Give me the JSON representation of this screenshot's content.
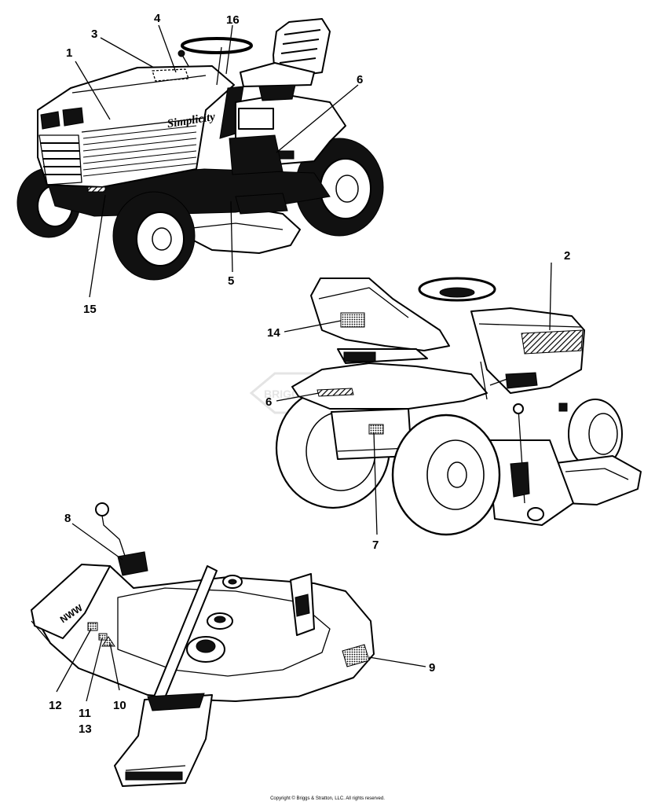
{
  "brand_text": "Simplicity",
  "watermark": "BRIGGS & STRATTON",
  "callouts": [
    {
      "id": "c1",
      "text": "1"
    },
    {
      "id": "c2",
      "text": "2"
    },
    {
      "id": "c3",
      "text": "3"
    },
    {
      "id": "c4",
      "text": "4"
    },
    {
      "id": "c5",
      "text": "5"
    },
    {
      "id": "c6a",
      "text": "6"
    },
    {
      "id": "c6b",
      "text": "6"
    },
    {
      "id": "c7",
      "text": "7"
    },
    {
      "id": "c8",
      "text": "8"
    },
    {
      "id": "c9",
      "text": "9"
    },
    {
      "id": "c10",
      "text": "10"
    },
    {
      "id": "c11",
      "text": "11"
    },
    {
      "id": "c12",
      "text": "12"
    },
    {
      "id": "c13",
      "text": "13"
    },
    {
      "id": "c14",
      "text": "14"
    },
    {
      "id": "c15",
      "text": "15"
    },
    {
      "id": "c16",
      "text": "16"
    }
  ],
  "copyright": "Copyright © Briggs & Stratton, LLC. All rights reserved."
}
